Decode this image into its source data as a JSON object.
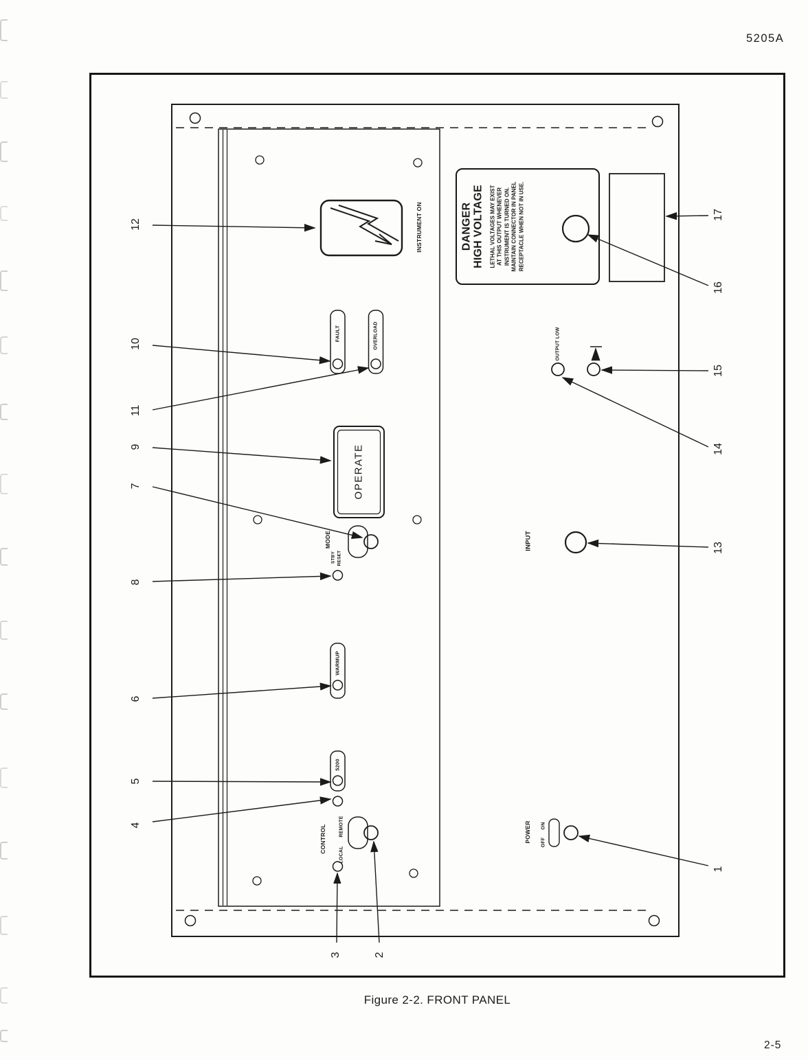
{
  "page": {
    "doc_number": "5205A",
    "caption": "Figure 2-2.  FRONT PANEL",
    "page_number": "2-5"
  },
  "panel": {
    "instrument_on": "INSTRUMENT ON",
    "danger": {
      "line1": "DANGER",
      "line2": "HIGH VOLTAGE",
      "body_lines": [
        "LETHAL VOLTAGES MAY EXIST",
        "AT THIS OUTPUT WHENEVER",
        "INSTRUMENT IS TURNED ON.",
        "MAINTAIN CONNECTOR IN PANEL",
        "RECEPTACLE WHEN NOT IN USE."
      ]
    },
    "indicators": {
      "fault": "FAULT",
      "overload": "OVERLOAD",
      "warmup": "WARMUP",
      "remote_5200": "5200"
    },
    "operate": "OPERATE",
    "mode": {
      "title": "MODE",
      "stby": "STBY",
      "reset": "RESET"
    },
    "control": {
      "title": "CONTROL",
      "local": "LOCAL",
      "remote": "REMOTE"
    },
    "power": {
      "title": "POWER",
      "off": "OFF",
      "on": "ON"
    },
    "output_low": "OUTPUT LOW",
    "input": "INPUT"
  },
  "callouts": {
    "c1": "1",
    "c2": "2",
    "c3": "3",
    "c4": "4",
    "c5": "5",
    "c6": "6",
    "c7": "7",
    "c8": "8",
    "c9": "9",
    "c10": "10",
    "c11": "11",
    "c12": "12",
    "c13": "13",
    "c14": "14",
    "c15": "15",
    "c16": "16",
    "c17": "17"
  }
}
